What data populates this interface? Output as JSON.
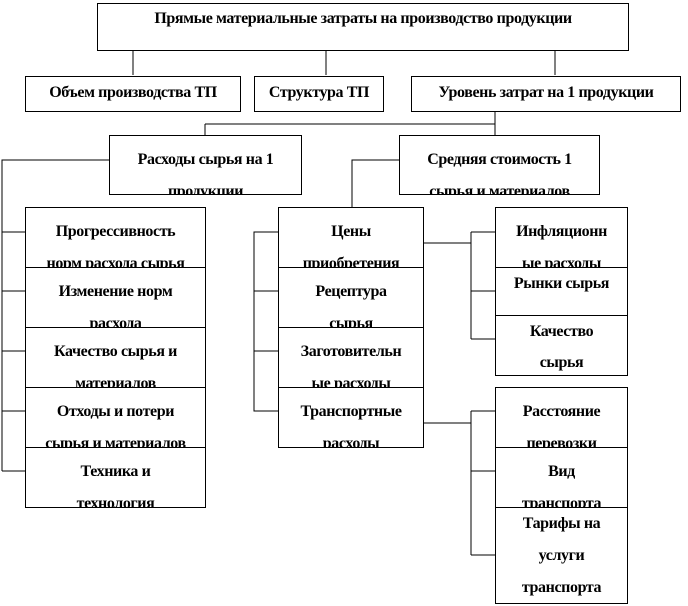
{
  "root": {
    "title": "Прямые материальные затраты на производство продукции"
  },
  "level1": [
    "Объем производства ТП",
    "Структура ТП",
    "Уровень затрат на 1 продукции"
  ],
  "level2": {
    "consumption": [
      "Расходы сырья на 1",
      "продукции"
    ],
    "avg_cost": [
      "Средняя стоимость 1",
      "сырья и материалов"
    ]
  },
  "consumption_factors": [
    [
      "Прогрессивность",
      "норм расхода сырья"
    ],
    [
      "Изменение норм",
      "расхода"
    ],
    [
      "Качество сырья и",
      "материалов"
    ],
    [
      "Отходы и потери",
      "сырья и материалов"
    ],
    [
      "Техника и",
      "технология"
    ]
  ],
  "cost_factors": [
    [
      "Цены",
      "приобретения"
    ],
    [
      "Рецептура",
      "сырья"
    ],
    [
      "Заготовительн",
      "ые расходы"
    ],
    [
      "Транспортные",
      "расходы"
    ]
  ],
  "price_factors": [
    [
      "Инфляционн",
      "ые расходы"
    ],
    [
      "Рынки сырья"
    ],
    [
      "Качество",
      "сырья"
    ]
  ],
  "transport_factors": [
    [
      "Расстояние",
      "перевозки"
    ],
    [
      "Вид",
      "транспорта"
    ],
    [
      "Тарифы на",
      "услуги",
      "транспорта"
    ]
  ]
}
